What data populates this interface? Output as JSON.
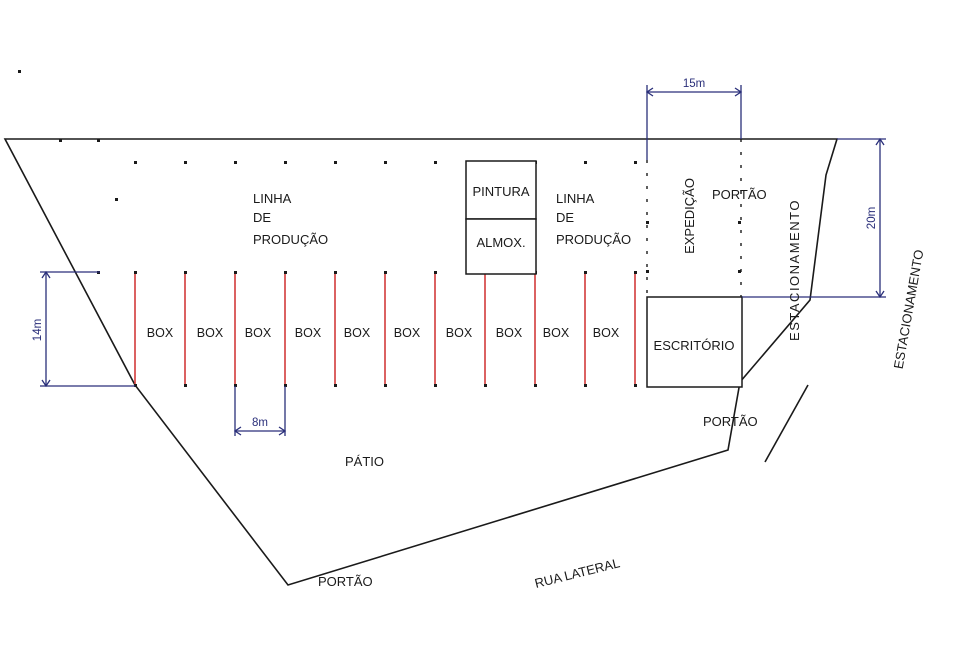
{
  "labels": {
    "linha_producao_left": [
      "LINHA",
      "DE",
      "PRODUÇÃO"
    ],
    "linha_producao_right": [
      "LINHA",
      "DE",
      "PRODUÇÃO"
    ],
    "pintura": "PINTURA",
    "almox": "ALMOX.",
    "expedicao": "EXPEDIÇÃO",
    "portao_top": "PORTÃO",
    "portao_right": "PORTÃO",
    "portao_bottom": "PORTÃO",
    "estacionamento_inner": "ESTACIONAMENTO",
    "estacionamento_outer": "ESTACIONAMENTO",
    "escritorio": "ESCRITÓRIO",
    "patio": "PÁTIO",
    "rua_lateral": "RUA LATERAL",
    "box": [
      "BOX",
      "BOX",
      "BOX",
      "BOX",
      "BOX",
      "BOX",
      "BOX",
      "BOX",
      "BOX",
      "BOX"
    ]
  },
  "dimensions": {
    "width_expedicao": "15m",
    "height_right": "20m",
    "height_left": "14m",
    "box_width": "8m"
  },
  "colors": {
    "outline": "#1a1a1a",
    "box_divider": "#d23a3a",
    "dimension": "#2a2f7a"
  }
}
